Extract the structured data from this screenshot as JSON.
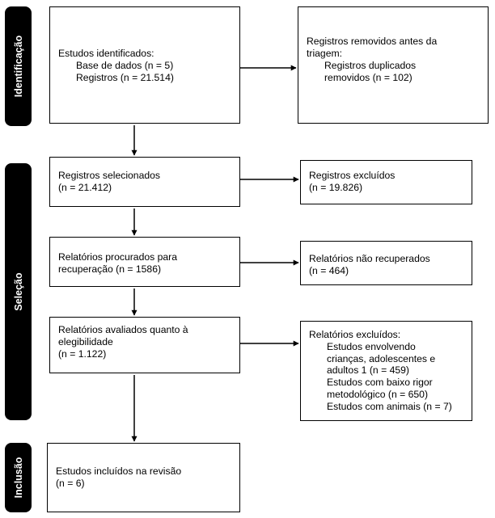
{
  "phases": {
    "identificacao": "Identificação",
    "selecao": "Seleção",
    "inclusao": "Inclusão"
  },
  "boxes": {
    "identified": [
      "Estudos identificados:",
      "Base de dados (n = 5)",
      "Registros (n = 21.514)"
    ],
    "removed": [
      "Registros removidos antes da",
      "triagem:",
      "Registros duplicados",
      "removidos (n = 102)"
    ],
    "screened": [
      "Registros selecionados",
      "(n = 21.412)"
    ],
    "excluded_records": [
      "Registros excluídos",
      "(n = 19.826)"
    ],
    "sought": [
      "Relatórios procurados para",
      "recuperação (n = 1586)"
    ],
    "not_retrieved": [
      "Relatórios não recuperados",
      "(n = 464)"
    ],
    "assessed": [
      "Relatórios avaliados quanto à",
      "elegibilidade",
      "(n = 1.122)"
    ],
    "excluded_reports": [
      "Relatórios excluídos:",
      "Estudos envolvendo",
      "crianças, adolescentes e",
      "adultos 1 (n = 459)",
      "Estudos com baixo rigor",
      "metodológico (n = 650)",
      "Estudos com animais (n = 7)"
    ],
    "included": [
      "Estudos incluídos na revisão",
      "(n = 6)"
    ]
  }
}
